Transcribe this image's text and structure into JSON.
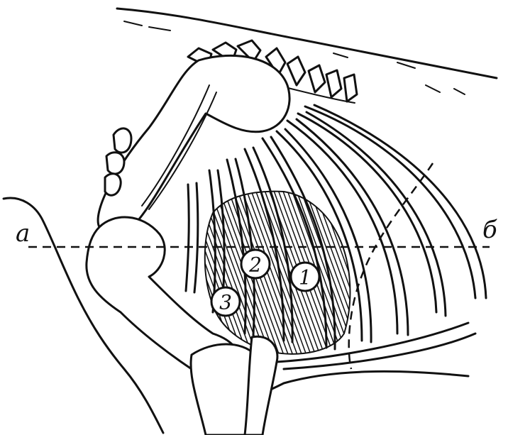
{
  "line_labels": {
    "left": "а",
    "right": "б"
  },
  "markers": [
    {
      "label": "1"
    },
    {
      "label": "2"
    },
    {
      "label": "3"
    }
  ],
  "colors": {
    "ink": "#111111",
    "paper": "#ffffff"
  }
}
